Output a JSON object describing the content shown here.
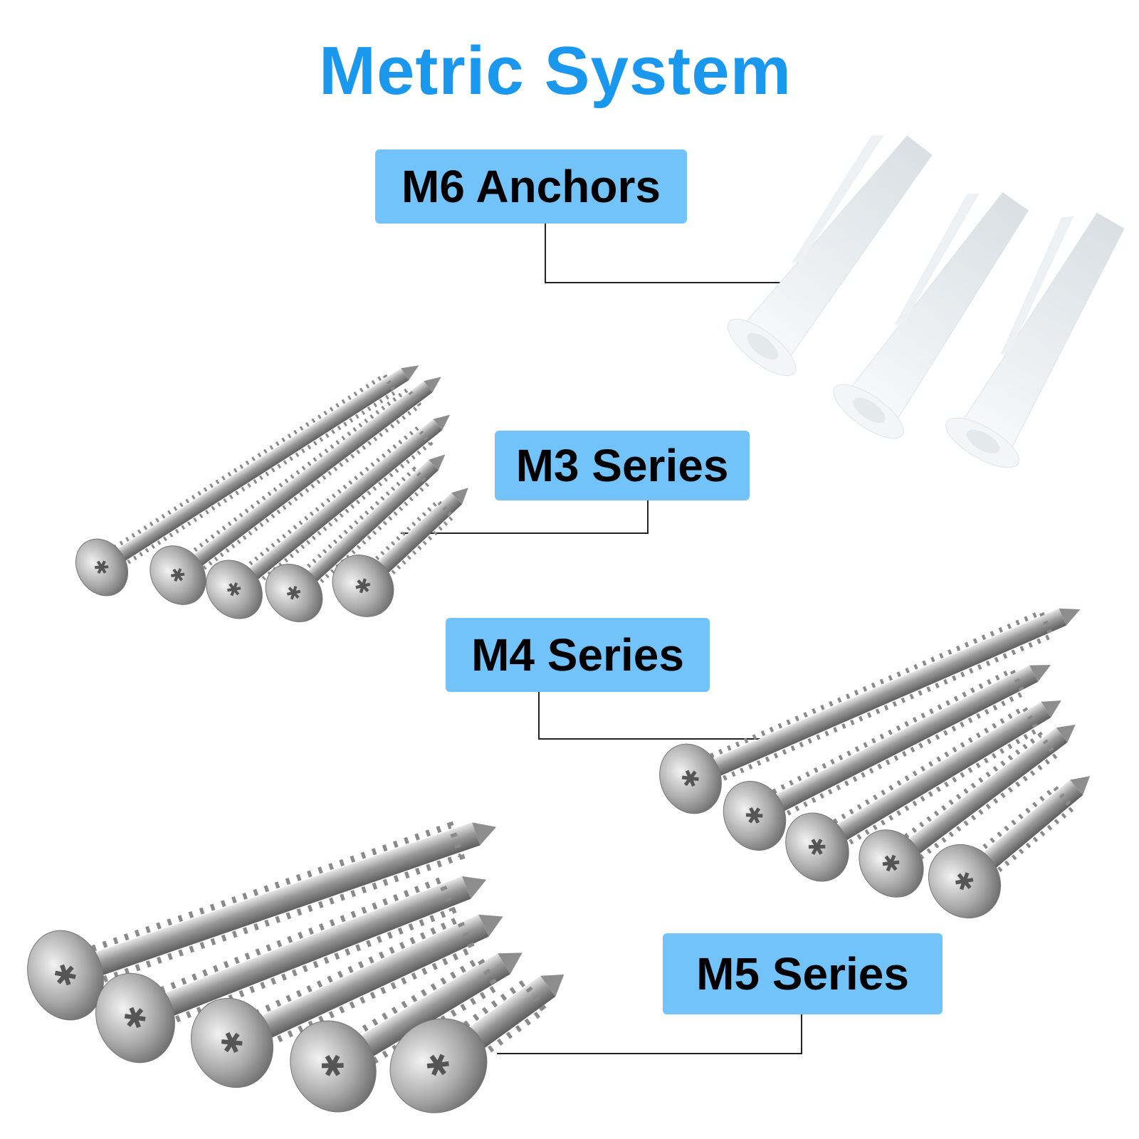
{
  "title": "Metric System",
  "labels": {
    "m6": "M6 Anchors",
    "m3": "M3 Series",
    "m4": "M4 Series",
    "m5": "M5 Series"
  },
  "colors": {
    "title": "#1a98ee",
    "label_background": "#73c3fb",
    "label_text": "#000000",
    "leader_line": "#222222",
    "screw_metal": "#a8a8a8",
    "anchor_plastic": "#eef1f3"
  }
}
